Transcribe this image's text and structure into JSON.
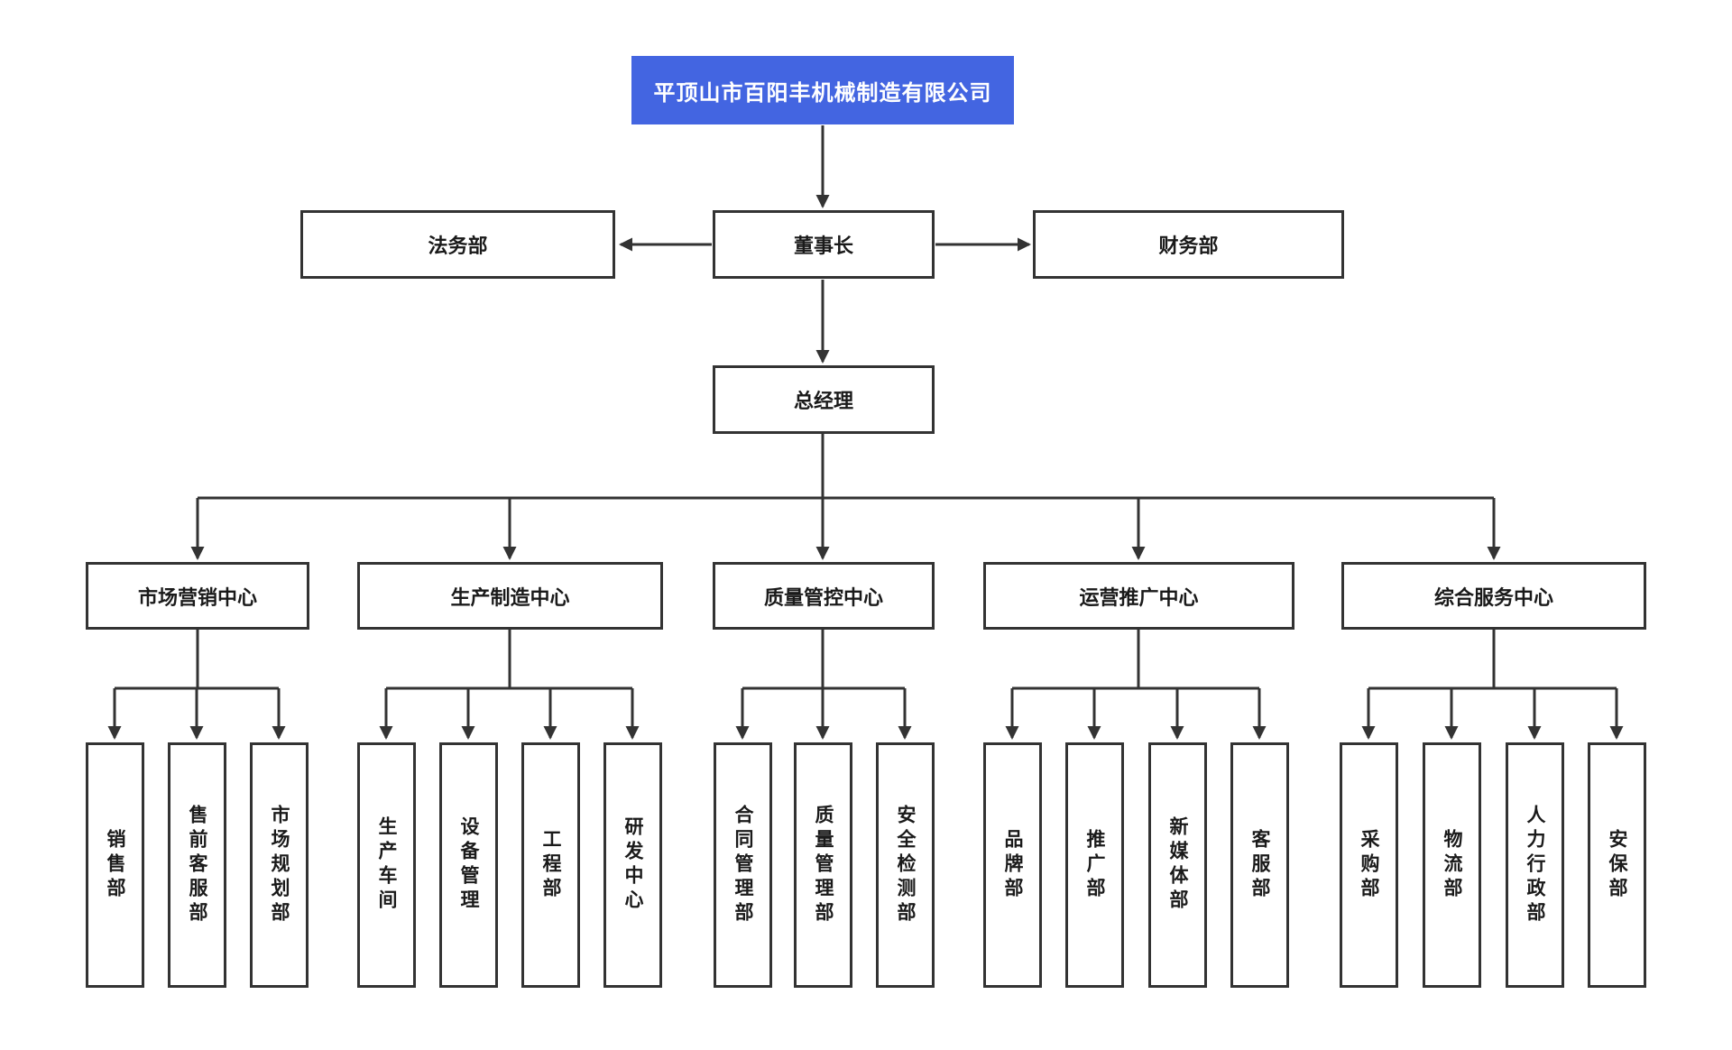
{
  "org": {
    "root": {
      "label": "平顶山市百阳丰机械制造有限公司"
    },
    "chairman": {
      "label": "董事长"
    },
    "staff_left": {
      "label": "法务部"
    },
    "staff_right": {
      "label": "财务部"
    },
    "general_manager": {
      "label": "总经理"
    },
    "centers": [
      {
        "label": "市场营销中心",
        "departments": [
          {
            "label": "销售部"
          },
          {
            "label": "售前客服部"
          },
          {
            "label": "市场规划部"
          }
        ]
      },
      {
        "label": "生产制造中心",
        "departments": [
          {
            "label": "生产车间"
          },
          {
            "label": "设备管理"
          },
          {
            "label": "工程部"
          },
          {
            "label": "研发中心"
          }
        ]
      },
      {
        "label": "质量管控中心",
        "departments": [
          {
            "label": "合同管理部"
          },
          {
            "label": "质量管理部"
          },
          {
            "label": "安全检测部"
          }
        ]
      },
      {
        "label": "运营推广中心",
        "departments": [
          {
            "label": "品牌部"
          },
          {
            "label": "推广部"
          },
          {
            "label": "新媒体部"
          },
          {
            "label": "客服部"
          }
        ]
      },
      {
        "label": "综合服务中心",
        "departments": [
          {
            "label": "采购部"
          },
          {
            "label": "物流部"
          },
          {
            "label": "人力行政部"
          },
          {
            "label": "安保部"
          }
        ]
      }
    ]
  },
  "colors": {
    "root_fill": "#4365e1",
    "root_text": "#ffffff",
    "node_fill": "#ffffff",
    "node_border": "#333333",
    "node_text": "#1a1a1a",
    "line": "#333333",
    "background": "#ffffff"
  }
}
